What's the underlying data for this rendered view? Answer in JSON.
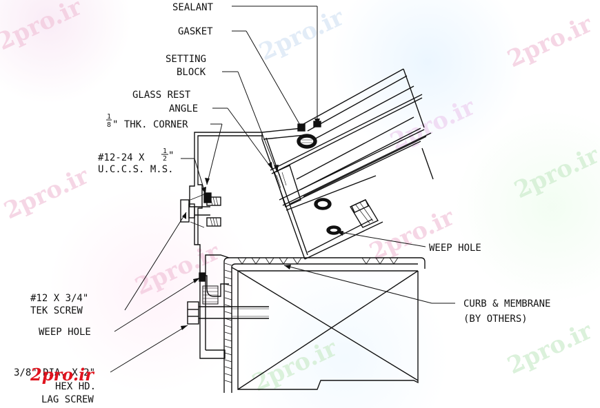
{
  "labels": {
    "sealant": "SEALANT",
    "gasket": "GASKET",
    "setting_block_1": "SETTING",
    "setting_block_2": "BLOCK",
    "glass_rest_1": "GLASS REST",
    "glass_rest_2": "ANGLE",
    "corner_frac_num": "1",
    "corner_frac_den": "8",
    "corner_text": "\" THK. CORNER",
    "screw1_line1": "#12-24 X ",
    "screw1_frac_num": "1",
    "screw1_frac_den": "2",
    "screw1_inch": "\"",
    "screw1_line2": "U.C.C.S. M.S.",
    "weep_hole_right": "WEEP HOLE",
    "curb_1": "CURB & MEMBRANE",
    "curb_2": "(BY OTHERS)",
    "tek_1": "#12 X 3/4\"",
    "tek_2": "TEK SCREW",
    "weep_hole_left": "WEEP HOLE",
    "lag_1": "3/8\" DIA. X 2\"",
    "lag_2": "HEX HD.",
    "lag_3": "LAG SCREW"
  },
  "watermarks": [
    "2pro.ir",
    "2pro.ir",
    "2pro.ir",
    "2pro.ir",
    "2pro.ir",
    "2pro.ir",
    "2pro.ir",
    "2pro.ir",
    "2pro.ir",
    "2pro.ir"
  ],
  "logo": "2pro.ir",
  "colors": {
    "line": "#111111",
    "watermark": "#f2c9dc",
    "watermark_green": "#cfeccf",
    "logo": "#e0141e"
  }
}
